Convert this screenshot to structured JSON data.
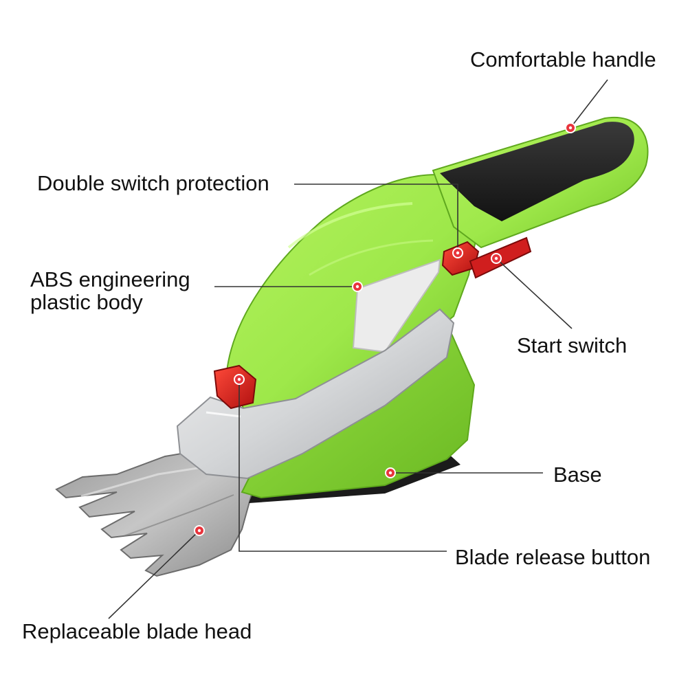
{
  "labels": {
    "comfortable_handle": "Comfortable handle",
    "double_switch": "Double switch protection",
    "abs_line1": "ABS engineering",
    "abs_line2": "plastic body",
    "start_switch": "Start switch",
    "base": "Base",
    "blade_release": "Blade release button",
    "blade_head": "Replaceable blade head"
  },
  "colors": {
    "body_green": "#9ee84a",
    "body_green_dark": "#7ccc2a",
    "handle_black": "#1e1e1e",
    "red_button": "#d81e1e",
    "steel": "#b8b8b8",
    "marker": "#e8343c"
  }
}
